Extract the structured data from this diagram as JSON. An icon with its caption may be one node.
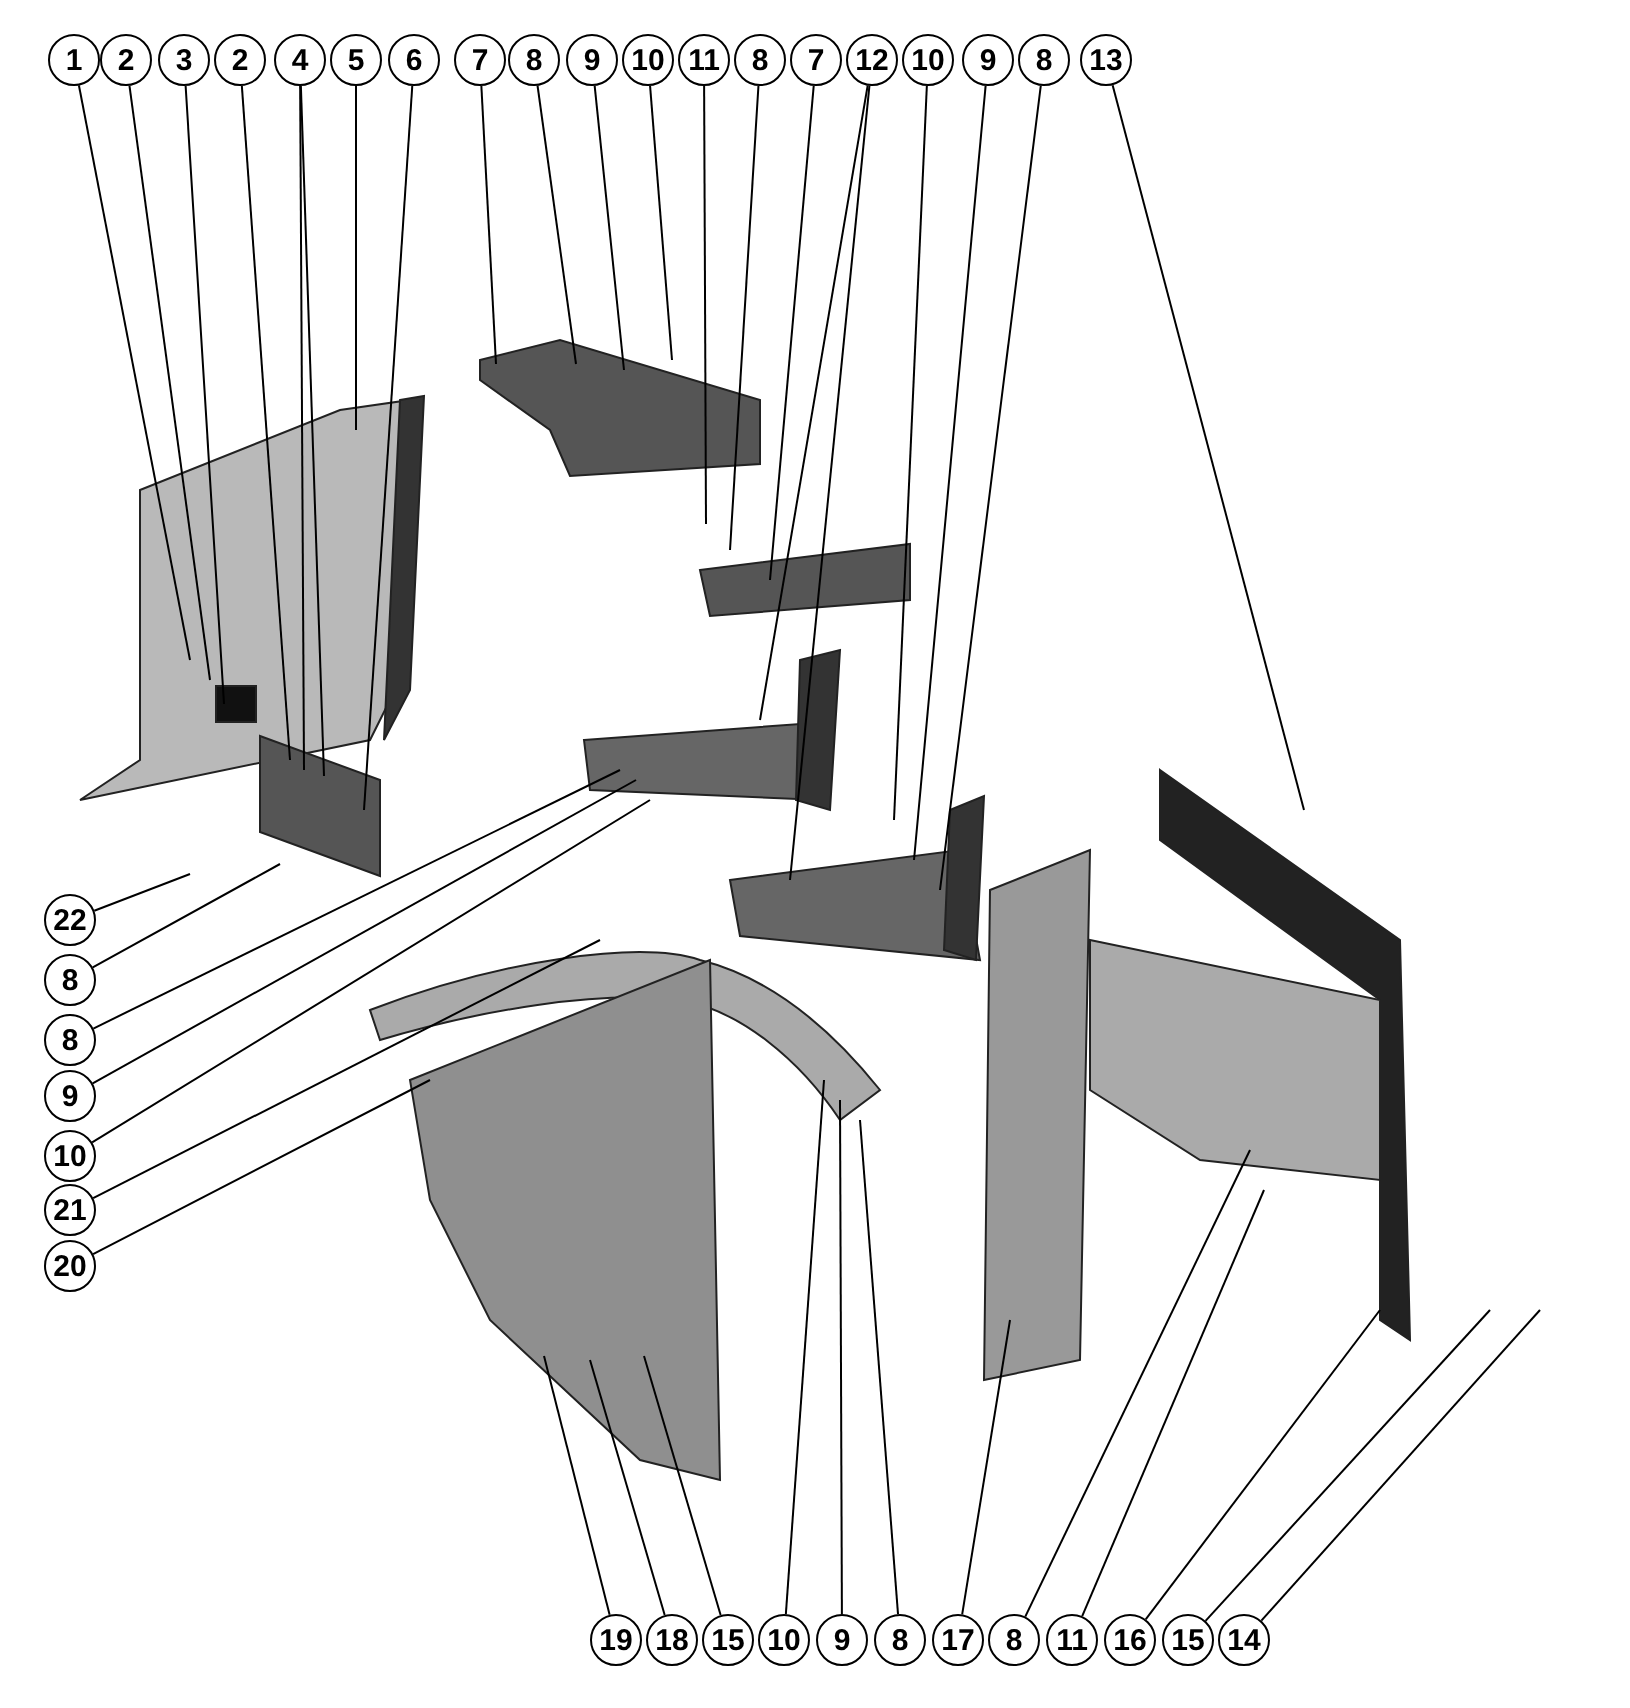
{
  "diagram": {
    "nodes": [
      {
        "text": [
          "1"
        ]
      },
      {
        "text": [
          "2"
        ]
      },
      {
        "text": [
          "3"
        ]
      },
      {
        "text": [
          "2"
        ]
      },
      {
        "text": [
          "4"
        ]
      },
      {
        "text": [
          "5"
        ]
      },
      {
        "text": [
          "6"
        ]
      },
      {
        "text": [
          "7"
        ]
      },
      {
        "text": [
          "8"
        ]
      },
      {
        "text": [
          "9"
        ]
      },
      {
        "text": [
          "10"
        ]
      },
      {
        "text": [
          "11"
        ]
      },
      {
        "text": [
          "8"
        ]
      },
      {
        "text": [
          "7"
        ]
      },
      {
        "text": [
          "12"
        ]
      },
      {
        "text": [
          "10"
        ]
      },
      {
        "text": [
          "9"
        ]
      },
      {
        "text": [
          "8"
        ]
      },
      {
        "text": [
          "13"
        ]
      },
      {
        "text": [
          "22"
        ]
      },
      {
        "text": [
          "8"
        ]
      },
      {
        "text": [
          "8"
        ]
      },
      {
        "text": [
          "9"
        ]
      },
      {
        "text": [
          "10"
        ]
      },
      {
        "text": [
          "21"
        ]
      },
      {
        "text": [
          "20"
        ]
      },
      {
        "text": [
          "19"
        ]
      },
      {
        "text": [
          "18"
        ]
      },
      {
        "text": [
          "15"
        ]
      },
      {
        "text": [
          "10"
        ]
      },
      {
        "text": [
          "9"
        ]
      },
      {
        "text": [
          "8"
        ]
      },
      {
        "text": [
          "17"
        ]
      },
      {
        "text": [
          "8"
        ]
      },
      {
        "text": [
          "11"
        ]
      },
      {
        "text": [
          "16"
        ]
      },
      {
        "text": [
          "15"
        ]
      },
      {
        "text": [
          "14"
        ]
      }
    ],
    "edges": [
      {
        "from": 0,
        "to": null,
        "arrow": "none"
      },
      {
        "from": 1,
        "to": null,
        "arrow": "none"
      },
      {
        "from": 2,
        "to": null,
        "arrow": "none"
      },
      {
        "from": 3,
        "to": null,
        "arrow": "none"
      },
      {
        "from": 4,
        "to": null,
        "arrow": "none"
      },
      {
        "from": 4,
        "to": null,
        "arrow": "none"
      },
      {
        "from": 5,
        "to": null,
        "arrow": "none"
      },
      {
        "from": 6,
        "to": null,
        "arrow": "none"
      },
      {
        "from": 7,
        "to": null,
        "arrow": "none"
      },
      {
        "from": 8,
        "to": null,
        "arrow": "none"
      },
      {
        "from": 9,
        "to": null,
        "arrow": "none"
      },
      {
        "from": 10,
        "to": null,
        "arrow": "none"
      },
      {
        "from": 11,
        "to": null,
        "arrow": "none"
      },
      {
        "from": 12,
        "to": null,
        "arrow": "none"
      },
      {
        "from": 13,
        "to": null,
        "arrow": "none"
      },
      {
        "from": 14,
        "to": null,
        "arrow": "none"
      },
      {
        "from": 14,
        "to": null,
        "arrow": "none"
      },
      {
        "from": 15,
        "to": null,
        "arrow": "none"
      },
      {
        "from": 16,
        "to": null,
        "arrow": "none"
      },
      {
        "from": 17,
        "to": null,
        "arrow": "none"
      },
      {
        "from": 18,
        "to": null,
        "arrow": "none"
      },
      {
        "from": 19,
        "to": null,
        "arrow": "none"
      },
      {
        "from": 20,
        "to": null,
        "arrow": "none"
      },
      {
        "from": 21,
        "to": null,
        "arrow": "none"
      },
      {
        "from": 22,
        "to": null,
        "arrow": "none"
      },
      {
        "from": 23,
        "to": null,
        "arrow": "none"
      },
      {
        "from": 24,
        "to": null,
        "arrow": "none"
      },
      {
        "from": 25,
        "to": null,
        "arrow": "none"
      },
      {
        "from": 26,
        "to": null,
        "arrow": "none"
      },
      {
        "from": 27,
        "to": null,
        "arrow": "none"
      },
      {
        "from": 28,
        "to": null,
        "arrow": "none"
      },
      {
        "from": 29,
        "to": null,
        "arrow": "none"
      },
      {
        "from": 30,
        "to": null,
        "arrow": "none"
      },
      {
        "from": 31,
        "to": null,
        "arrow": "none"
      },
      {
        "from": 32,
        "to": null,
        "arrow": "none"
      },
      {
        "from": 33,
        "to": null,
        "arrow": "none"
      },
      {
        "from": 34,
        "to": null,
        "arrow": "none"
      },
      {
        "from": 35,
        "to": null,
        "arrow": "none"
      },
      {
        "from": 36,
        "to": null,
        "arrow": "none"
      },
      {
        "from": 37,
        "to": null,
        "arrow": "none"
      }
    ]
  }
}
